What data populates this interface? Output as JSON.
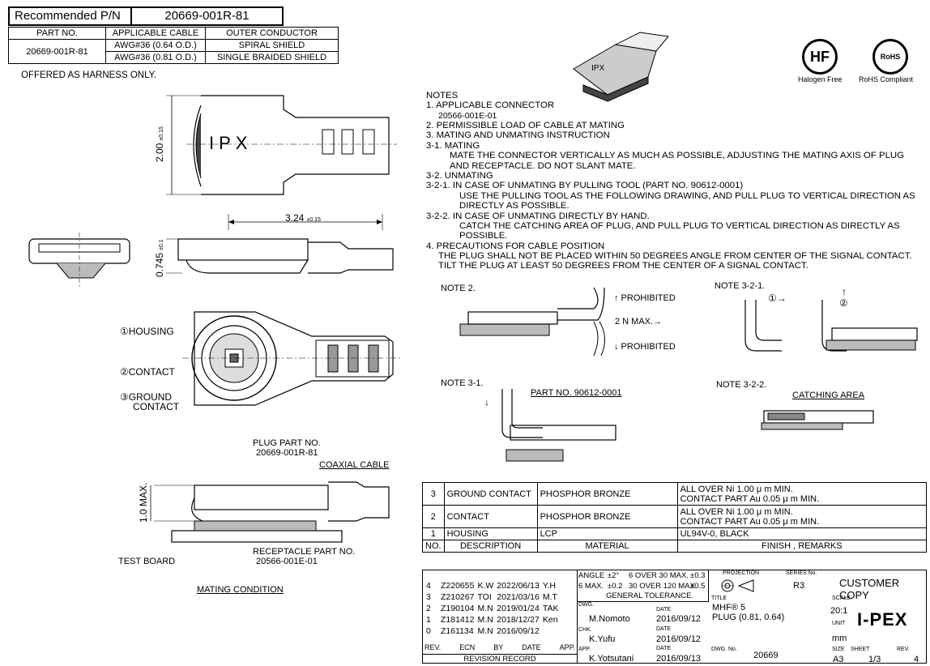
{
  "header": {
    "recommended_label": "Recommended P/N",
    "recommended_value": "20669-001R-81"
  },
  "part_table": {
    "headers": [
      "PART NO.",
      "APPLICABLE CABLE",
      "OUTER CONDUCTOR"
    ],
    "part_no": "20669-001R-81",
    "rows": [
      {
        "cable": "AWG#36 (0.64 O.D.)",
        "conductor": "SPIRAL SHIELD"
      },
      {
        "cable": "AWG#36 (0.81 O.D.)",
        "conductor": "SINGLE BRAIDED SHIELD"
      }
    ]
  },
  "offered_text": "OFFERED AS HARNESS ONLY.",
  "badges": {
    "hf_label": "Halogen Free",
    "hf_text": "HF",
    "rohs_label": "RoHS Compliant",
    "rohs_text": "RoHS"
  },
  "notes": [
    "NOTES",
    "1. APPLICABLE CONNECTOR",
    "20566-001E-01",
    "2. PERMISSIBLE LOAD OF CABLE AT MATING",
    "3. MATING AND UNMATING INSTRUCTION",
    "3-1. MATING",
    "MATE THE CONNECTOR VERTICALLY AS MUCH AS POSSIBLE, ADJUSTING THE MATING AXIS OF PLUG",
    "AND RECEPTACLE. DO NOT SLANT MATE.",
    "3-2. UNMATING",
    "3-2-1. IN CASE OF UNMATING BY PULLING TOOL (PART NO. 90612-0001)",
    "USE THE PULLING TOOL AS THE FOLLOWING DRAWING, AND PULL PLUG TO VERTICAL DIRECTION AS",
    "DIRECTLY AS POSSIBLE.",
    "3-2-2. IN CASE OF UNMATING DIRECTLY BY HAND.",
    "CATCH THE CATCHING AREA OF PLUG, AND PULL PLUG TO VERTICAL DIRECTION AS DIRECTLY AS",
    "POSSIBLE.",
    "4. PRECAUTIONS FOR CABLE POSITION",
    "THE PLUG SHALL NOT BE PLACED WITHIN 50 DEGREES ANGLE FROM CENTER OF THE SIGNAL CONTACT.",
    "TILT THE PLUG AT LEAST 50 DEGREES FROM THE CENTER OF A SIGNAL CONTACT."
  ],
  "dims": {
    "d200": "2.00",
    "d200_tol": "±0.15",
    "d324": "3.24",
    "d324_tol": "±0.15",
    "d0745": "0.745",
    "d0745_tol": "±0.1",
    "d10": "1.0 MAX.",
    "ipx": "IPX"
  },
  "callouts": {
    "housing": "①HOUSING",
    "contact": "②CONTACT",
    "ground": "③GROUND",
    "ground2": "CONTACT",
    "plug_part": "PLUG PART NO.",
    "plug_part_no": "20669-001R-81",
    "coax": "COAXIAL CABLE",
    "test_board": "TEST BOARD",
    "receptacle": "RECEPTACLE PART NO.",
    "receptacle_no": "20566-001E-01",
    "mating": "MATING CONDITION"
  },
  "note_figs": {
    "note2": "NOTE 2.",
    "prohibited": "↑ PROHIBITED",
    "prohibited2": "↓ PROHIBITED",
    "load": "2 N MAX.→",
    "note321": "NOTE 3-2-1.",
    "step1": "①→",
    "step2": "②",
    "up": "↑",
    "note31": "NOTE 3-1.",
    "down": "↓",
    "tool": "PART NO. 90612-0001",
    "note322": "NOTE 3-2-2.",
    "catch": "CATCHING AREA"
  },
  "material_table": {
    "rows": [
      {
        "no": "3",
        "desc": "GROUND CONTACT",
        "mat": "PHOSPHOR BRONZE",
        "finish1": "ALL OVER Ni 1.00 μ m MIN.",
        "finish2": "CONTACT PART  Au 0.05 μ m MIN."
      },
      {
        "no": "2",
        "desc": "CONTACT",
        "mat": "PHOSPHOR BRONZE",
        "finish1": "ALL OVER Ni 1.00 μ m MIN.",
        "finish2": "CONTACT PART  Au 0.05 μ m MIN."
      },
      {
        "no": "1",
        "desc": "HOUSING",
        "mat": "LCP",
        "finish1": "UL94V-0, BLACK",
        "finish2": ""
      }
    ],
    "headers": [
      "NO.",
      "DESCRIPTION",
      "MATERIAL",
      "FINISH , REMARKS"
    ]
  },
  "title_block": {
    "revisions": [
      {
        "rev": "4",
        "ecn": "Z220655",
        "by": "K.W",
        "date": "2022/06/13",
        "app": "Y.H"
      },
      {
        "rev": "3",
        "ecn": "Z210267",
        "by": "TOI",
        "date": "2021/03/16",
        "app": "M.T"
      },
      {
        "rev": "2",
        "ecn": "Z190104",
        "by": "M.N",
        "date": "2019/01/24",
        "app": "TAK"
      },
      {
        "rev": "1",
        "ecn": "Z181412",
        "by": "M.N",
        "date": "2018/12/27",
        "app": "Ken"
      },
      {
        "rev": "0",
        "ecn": "Z161134",
        "by": "M.N",
        "date": "2016/09/12",
        "app": ""
      }
    ],
    "rev_headers": [
      "REV.",
      "ECN",
      "BY",
      "DATE",
      "APP."
    ],
    "revision_record": "REVISION RECORD",
    "angle_label": "ANGLE",
    "angle_val": "±2°",
    "mm6_over30": "6 OVER 30 MAX.",
    "tol03": "±0.3",
    "max6": "6 MAX.",
    "tol02": "±0.2",
    "over30_120": "30 OVER 120 MAX.",
    "tol05": "±0.5",
    "general_tol": "GENERAL TOLERANCE.",
    "projection": "PROJECTION",
    "series_label": "SERIES No.",
    "series": "R3",
    "customer_copy": "CUSTOMER COPY",
    "title_label": "TITLE",
    "title1": "MHF® 5",
    "title2": "PLUG (0.81, 0.64)",
    "dwg_label": "DWG.",
    "dwg_name": "M.Nomoto",
    "date_label": "DATE",
    "dwg_date": "2016/09/12",
    "chk_label": "CHK.",
    "chk_name": "K.Yufu",
    "chk_date": "2016/09/12",
    "app_label": "APP.",
    "app_name": "K.Yotsutani",
    "app_date": "2016/09/13",
    "dwg_no_label": "DWG. No.",
    "dwg_no": "20669",
    "scale_label": "SCALE",
    "scale": "20:1",
    "unit_label": "UNIT",
    "unit": "mm",
    "size_label": "SIZE",
    "size": "A3",
    "sheet_label": "SHEET",
    "sheet": "1/3",
    "rev_label": "REV.",
    "rev": "4",
    "brand": "I-PEX"
  }
}
